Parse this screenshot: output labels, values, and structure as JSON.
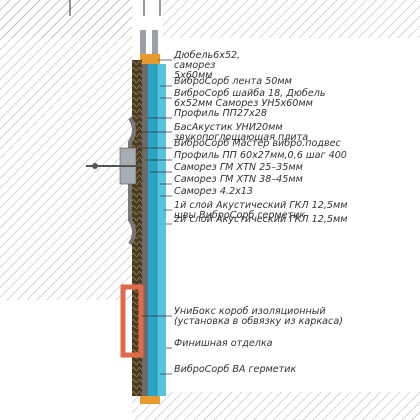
{
  "title": "",
  "colors": {
    "gkl": "#2aa4c4",
    "mineral_wool": "#4a3a22",
    "profile": "#8a8f94",
    "box": "#e06a4a",
    "sealant": "#e89a2a",
    "concrete_hatch": "#888888"
  },
  "callouts": [
    {
      "id": "dowel-screw",
      "lines": [
        "Дюбель6х52,",
        "саморез",
        "5х60мм"
      ]
    },
    {
      "id": "vibro-tape",
      "lines": [
        "ВиброСорб лента 50мм"
      ]
    },
    {
      "id": "vibro-washer",
      "lines": [
        "ВиброСорб шайба 18, Дюбель",
        "6х52мм Саморез УН5х60мм"
      ]
    },
    {
      "id": "profile-pp",
      "lines": [
        "Профиль ПП27х28"
      ]
    },
    {
      "id": "basakustik",
      "lines": [
        "БасАкустик УНИ20мм",
        "звукопоглощающая плита"
      ]
    },
    {
      "id": "vibro-master",
      "lines": [
        "ВиброСорб Мастер вибро.подвес"
      ]
    },
    {
      "id": "profile-pp60",
      "lines": [
        "Профиль ПП 60х27мм,0,6 шаг 400"
      ]
    },
    {
      "id": "screw-gm-25",
      "lines": [
        "Саморез ГМ XTN 25–35мм"
      ]
    },
    {
      "id": "screw-gm-38",
      "lines": [
        "Саморез ГМ XTN 38–45мм"
      ]
    },
    {
      "id": "screw-42",
      "lines": [
        "Саморез 4.2х13"
      ]
    },
    {
      "id": "gkl-layer1",
      "lines": [
        "1й слой Акустический ГКЛ 12,5мм",
        "швы ВиброСорб герметик"
      ]
    },
    {
      "id": "gkl-layer2",
      "lines": [
        "2й слой Акустический ГКЛ 12,5мм"
      ]
    },
    {
      "id": "unibox",
      "lines": [
        "УниБокс короб изоляционный",
        "(установка в обвязку из каркаса)"
      ]
    },
    {
      "id": "finish",
      "lines": [
        "Финишная отделка"
      ]
    },
    {
      "id": "vibro-sealant",
      "lines": [
        "ВиброСорб ВА герметик"
      ]
    }
  ]
}
